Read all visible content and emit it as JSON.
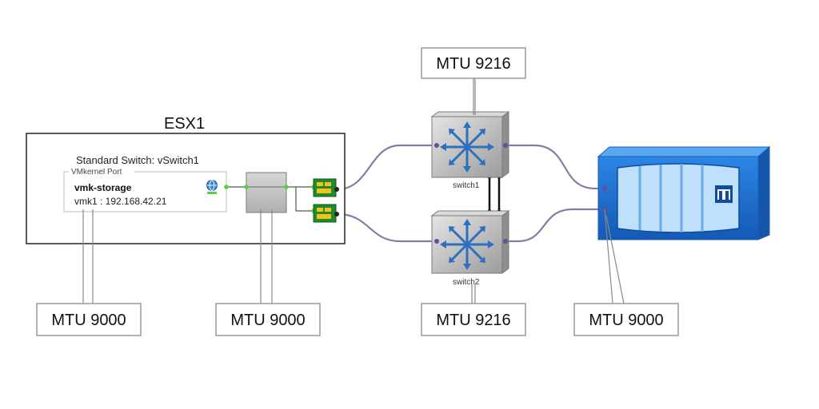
{
  "host": {
    "title": "ESX1",
    "vswitch_label": "Standard Switch: vSwitch1",
    "port_group_label": "VMkernel Port",
    "vmk_name": "vmk-storage",
    "vmk_ip": "vmk1 : 192.168.42.21"
  },
  "switches": {
    "switch1_label": "switch1",
    "switch2_label": "switch2"
  },
  "mtu_labels": {
    "top_switch": "MTU 9216",
    "vmkernel": "MTU 9000",
    "vswitch": "MTU 9000",
    "bottom_switch": "MTU 9216",
    "storage": "MTU 9000"
  },
  "icons": {
    "vmkernel_port": "vmkernel-globe-icon",
    "nic": "nic-card-icon",
    "switch": "network-switch-icon",
    "storage": "storage-array-icon"
  },
  "colors": {
    "link": "#8a7aa8",
    "port_dot": "#5ad13c",
    "storage_blue": "#1d6fd3"
  }
}
